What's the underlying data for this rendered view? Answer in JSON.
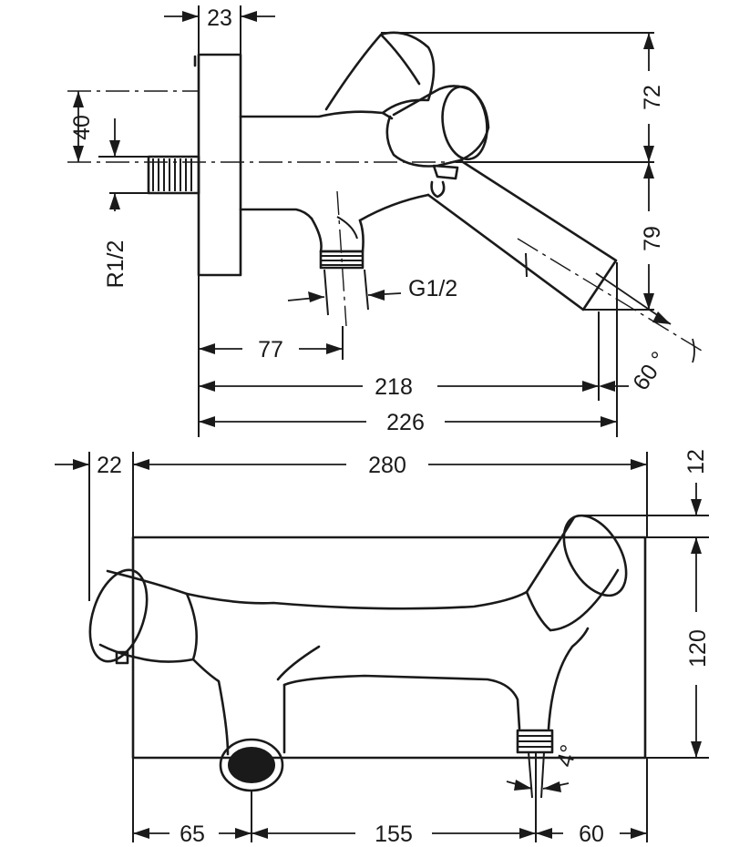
{
  "side_view": {
    "dim_wall_plate": "23",
    "dim_offset": "40",
    "dim_thread_inlet": "R1/2",
    "dim_height_upper": "72",
    "dim_height_lower": "79",
    "dim_thread_outlet": "G1/2",
    "dim_outlet_pos": "77",
    "dim_spout_218": "218",
    "dim_spout_226": "226",
    "dim_angle": "60 °"
  },
  "front_view": {
    "dim_left_offset": "22",
    "dim_width": "280",
    "dim_top_offset": "12",
    "dim_height": "120",
    "dim_tilt": "4°",
    "dim_left": "65",
    "dim_middle": "155",
    "dim_right": "60"
  }
}
